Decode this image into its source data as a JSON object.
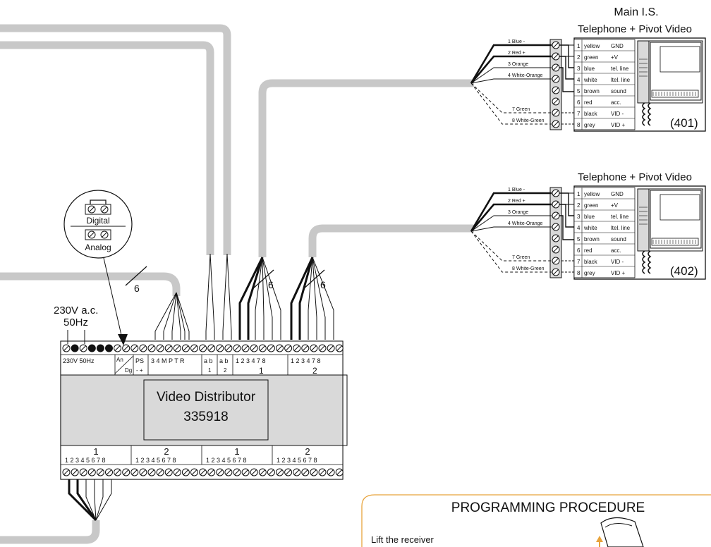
{
  "main_title": "Main I.S.",
  "telephones": [
    {
      "heading": "Telephone + Pivot Video",
      "id_label": "(401)",
      "cable_labels": [
        "1 Blue -",
        "2 Red +",
        "3 Orange",
        "4 White-Orange",
        "7 Green",
        "8 White-Green"
      ],
      "terminals": [
        {
          "n": "1",
          "color": "yellow",
          "func": "GND"
        },
        {
          "n": "2",
          "color": "green",
          "func": "+V"
        },
        {
          "n": "3",
          "color": "blue",
          "func": "tel. line"
        },
        {
          "n": "4",
          "color": "white",
          "func": "ltel. line"
        },
        {
          "n": "5",
          "color": "brown",
          "func": "sound"
        },
        {
          "n": "6",
          "color": "red",
          "func": "acc."
        },
        {
          "n": "7",
          "color": "black",
          "func": "VID -"
        },
        {
          "n": "8",
          "color": "grey",
          "func": "VID +"
        }
      ]
    },
    {
      "heading": "Telephone + Pivot Video",
      "id_label": "(402)",
      "cable_labels": [
        "1 Blue -",
        "2 Red +",
        "3 Orange",
        "4 White-Orange",
        "7 Green",
        "8 White-Green"
      ],
      "terminals": [
        {
          "n": "1",
          "color": "yellow",
          "func": "GND"
        },
        {
          "n": "2",
          "color": "green",
          "func": "+V"
        },
        {
          "n": "3",
          "color": "blue",
          "func": "tel. line"
        },
        {
          "n": "4",
          "color": "white",
          "func": "ltel. line"
        },
        {
          "n": "5",
          "color": "brown",
          "func": "sound"
        },
        {
          "n": "6",
          "color": "red",
          "func": "acc."
        },
        {
          "n": "7",
          "color": "black",
          "func": "VID -"
        },
        {
          "n": "8",
          "color": "grey",
          "func": "VID +"
        }
      ]
    }
  ],
  "distributor": {
    "name": "Video Distributor",
    "code": "335918",
    "power_label": "230V a.c.",
    "freq_label": "50Hz",
    "top_labels": {
      "power": "230V 50Hz",
      "an": "An",
      "dg": "Dg",
      "ps": "PS",
      "ps_pol": "-  +",
      "bus": "3 4 M P T R",
      "ab": "a b",
      "ab_1": "1",
      "ab_2": "2",
      "out_pins": "1 2 3 4 7 8",
      "out_1": "1",
      "out_2": "2"
    },
    "bottom_labels": {
      "pins": "1 2 3 4 5 6 7 8",
      "groups": [
        "1",
        "2",
        "1",
        "2"
      ]
    }
  },
  "selector": {
    "digital": "Digital",
    "analog": "Analog"
  },
  "cable_counts": [
    "6",
    "6",
    "6"
  ],
  "programming": {
    "title": "PROGRAMMING PROCEDURE",
    "step1": "Lift the receiver"
  },
  "colors": {
    "cable": "#c8c8c8",
    "device": "#d9d9d9",
    "line": "#111111",
    "accent": "#e8a33b"
  }
}
